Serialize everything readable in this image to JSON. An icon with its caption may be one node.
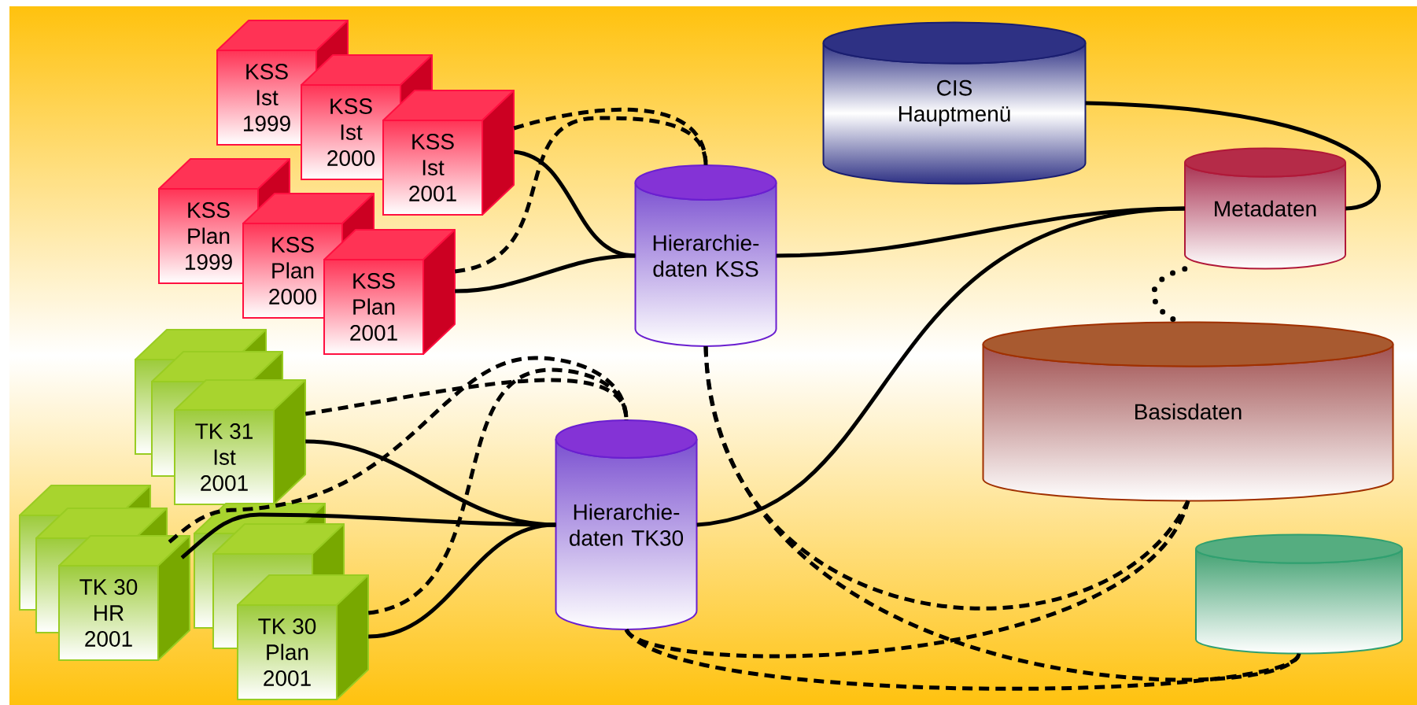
{
  "diagram": {
    "nodes": [
      {
        "text": [
          "KSS Ist 1999"
        ]
      },
      {
        "text": [
          "KSS Ist 2000"
        ]
      },
      {
        "text": [
          "KSS Ist 2001"
        ]
      },
      {
        "text": [
          "KSS Plan 1999"
        ]
      },
      {
        "text": [
          "KSS Plan 2000"
        ]
      },
      {
        "text": [
          "KSS Plan 2001"
        ]
      },
      {
        "text": [],
        "shape": "box"
      },
      {
        "text": [],
        "shape": "box"
      },
      {
        "text": [
          "TK 31 Ist 2001"
        ]
      },
      {
        "text": [],
        "shape": "box"
      },
      {
        "text": [],
        "shape": "box"
      },
      {
        "text": [
          "TK 30 HR 2001"
        ]
      },
      {
        "text": [],
        "shape": "box"
      },
      {
        "text": [],
        "shape": "box"
      },
      {
        "text": [
          "TK 30 Plan 2001"
        ]
      },
      {
        "text": [
          "Hierarchie- daten KSS"
        ]
      },
      {
        "text": [
          "CIS Hauptmenü"
        ]
      },
      {
        "text": [
          "Metadaten"
        ]
      },
      {
        "text": [
          "Basisdaten"
        ]
      },
      {
        "text": [
          "Hierarchie- daten TK30"
        ]
      },
      {
        "text": [],
        "shape": "cylinder"
      }
    ],
    "edges": [
      {
        "from": 2,
        "to": 15,
        "arrow": "none"
      },
      {
        "from": 2,
        "to": 15,
        "arrow": "none",
        "style": "dashed"
      },
      {
        "from": 5,
        "to": 15,
        "arrow": "none"
      },
      {
        "from": 5,
        "to": 15,
        "arrow": "none",
        "style": "dashed"
      },
      {
        "from": 15,
        "to": 17,
        "arrow": "none"
      },
      {
        "from": 16,
        "to": 17,
        "arrow": "none"
      },
      {
        "from": 19,
        "to": 17,
        "arrow": "none"
      },
      {
        "from": 17,
        "to": 18,
        "arrow": "none",
        "style": "dashed"
      },
      {
        "from": 8,
        "to": 19,
        "arrow": "none"
      },
      {
        "from": 8,
        "to": 19,
        "arrow": "none",
        "style": "dashed"
      },
      {
        "from": 11,
        "to": 19,
        "arrow": "none"
      },
      {
        "from": 11,
        "to": 19,
        "arrow": "none",
        "style": "dashed"
      },
      {
        "from": 14,
        "to": 19,
        "arrow": "none"
      },
      {
        "from": 14,
        "to": 19,
        "arrow": "none",
        "style": "dashed"
      },
      {
        "from": 15,
        "to": 18,
        "arrow": "none",
        "style": "dashed"
      },
      {
        "from": 15,
        "to": 20,
        "arrow": "none",
        "style": "dashed"
      },
      {
        "from": 19,
        "to": 18,
        "arrow": "none",
        "style": "dashed"
      },
      {
        "from": 19,
        "to": 20,
        "arrow": "none",
        "style": "dashed"
      }
    ]
  }
}
